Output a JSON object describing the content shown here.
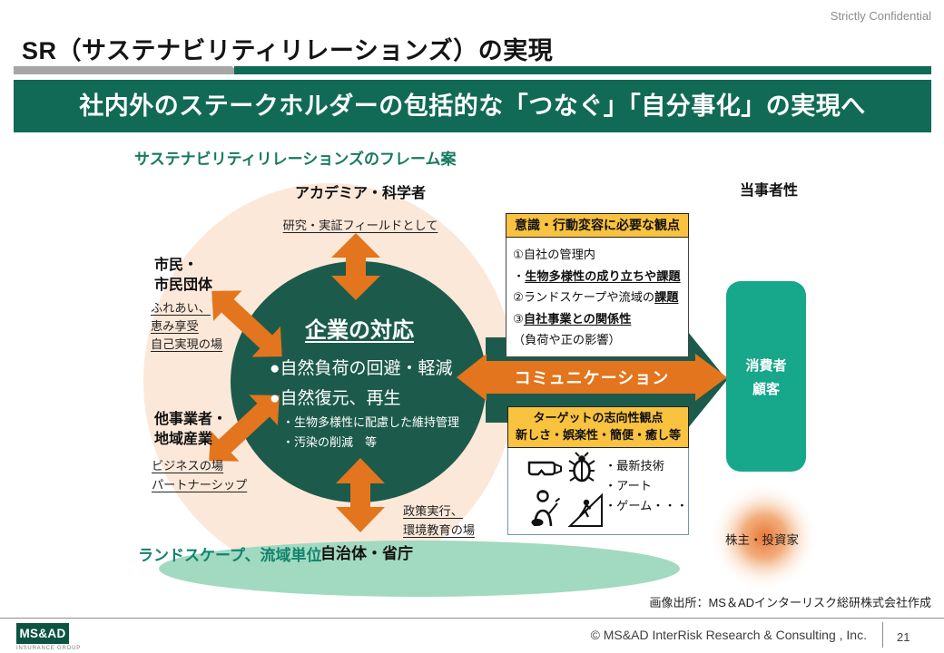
{
  "slide": {
    "confidential": "Strictly Confidential",
    "title": "SR（サステナビリティリレーションズ）の実現",
    "banner": "社内外のステークホルダーの包括的な「つなぐ」「自分事化」の実現へ"
  },
  "diagram": {
    "frame_title": "サステナビリティリレーションズのフレーム案",
    "academia_label": "アカデミア・科学者",
    "academia_note": "研究・実証フィールドとして",
    "citizens_label_1": "市民・",
    "citizens_label_2": "市民団体",
    "citizens_notes": [
      "ふれあい、",
      "恵み享受",
      "自己実現の場"
    ],
    "business_label_1": "他事業者・",
    "business_label_2": "地域産業",
    "business_notes": [
      "ビジネスの場",
      "パートナーシップ"
    ],
    "gov_notes": [
      "政策実行、",
      "環境教育の場"
    ],
    "gov_label": "自治体・省庁",
    "landscape_label": "ランドスケープ、流域単位",
    "tojisha_label": "当事者性",
    "center_title": "企業の対応",
    "center_bullets": [
      "●自然負荷の回避・軽減",
      "●自然復元、再生"
    ],
    "center_notes": [
      "・生物多様性に配慮した維持管理",
      "・汚染の削減　等"
    ],
    "communication_label": "コミュニケーション",
    "consumer_line_1": "消費者",
    "consumer_line_2": "顧客",
    "shareholder_label": "株主・投資家",
    "awareness_box": {
      "header": "意識・行動変容に必要な観点",
      "lines": [
        {
          "pre": "①自社の管理内",
          "strong": ""
        },
        {
          "pre": "・",
          "strong": "生物多様性の成り立ちや課題"
        },
        {
          "pre": "②ランドスケープや流域の",
          "strong": "課題"
        },
        {
          "pre": "③",
          "strong": "自社事業との関係性"
        },
        {
          "pre": "（負荷や正の影響）",
          "strong": ""
        }
      ]
    },
    "target_box": {
      "header_1": "ターゲットの志向性観点",
      "header_2": "新しさ・娯楽性・簡便・癒し等",
      "items": [
        "・最新技術",
        "・アート",
        "・ゲーム・・・"
      ],
      "icons": [
        "vr-goggles-icon",
        "beetle-icon",
        "painter-icon",
        "climber-icon"
      ]
    }
  },
  "footer": {
    "source": "画像出所：MS＆ADインターリスク総研株式会社作成",
    "logo_text": "MS&AD",
    "logo_subtext": "INSURANCE GROUP",
    "copyright": "© MS&AD InterRisk Research & Consulting , Inc.",
    "page_number": "21"
  },
  "colors": {
    "brand_green": "#116a55",
    "circle_green": "#1c5b4b",
    "accent_orange": "#e2751d",
    "peach_background": "#fce8d9",
    "highlight_yellow": "#fac33f",
    "consumer_teal": "#17a78b",
    "light_teal_ellipse": "#a2d9c1",
    "logo_green": "#0c5342"
  }
}
